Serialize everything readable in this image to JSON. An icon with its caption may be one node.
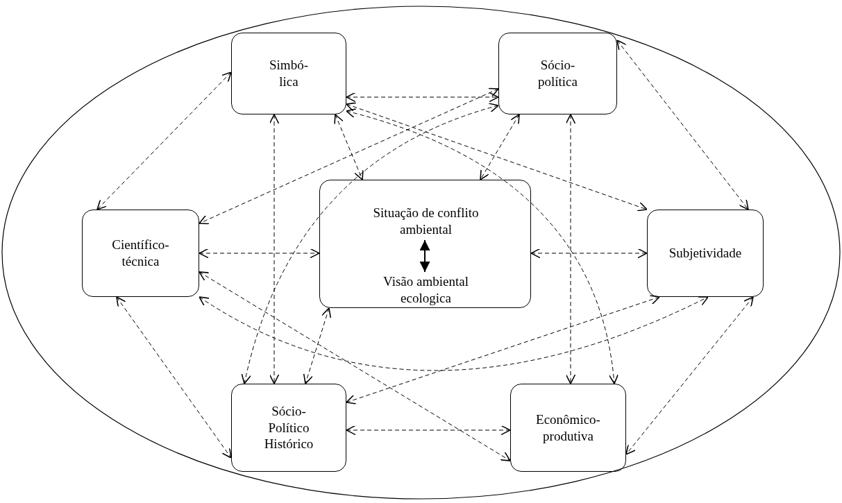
{
  "diagram": {
    "nodes": [
      {
        "text": [],
        "shape": "ellipse"
      },
      {
        "text": [
          "Simbó- lica"
        ],
        "in": 0
      },
      {
        "text": [
          "Sócio- política"
        ],
        "in": 0
      },
      {
        "text": [
          "Científico- técnica"
        ],
        "in": 0
      },
      {
        "text": [],
        "shape": "box",
        "in": 0
      },
      {
        "text": [
          "Situação de conflito ambiental"
        ],
        "in": 4
      },
      {
        "text": [
          "Visão ambiental ecologica"
        ],
        "in": 4
      },
      {
        "text": [
          "Subjetividade"
        ],
        "in": 0
      },
      {
        "text": [
          "Sócio- Político Histórico"
        ],
        "in": 0
      },
      {
        "text": [
          "Econômico- produtiva"
        ],
        "in": 0
      }
    ],
    "edges": [
      {
        "from": 1,
        "to": 2,
        "arrow": "both",
        "style": "dashed"
      },
      {
        "from": 1,
        "to": 3,
        "arrow": "both",
        "style": "dashed"
      },
      {
        "from": 1,
        "to": 4,
        "arrow": "both",
        "style": "dashed"
      },
      {
        "from": 1,
        "to": 8,
        "arrow": "both",
        "style": "dashed"
      },
      {
        "from": 1,
        "to": 7,
        "arrow": "both",
        "style": "dashed"
      },
      {
        "from": 1,
        "to": 9,
        "arrow": "both",
        "style": "dashed"
      },
      {
        "from": 2,
        "to": 3,
        "arrow": "both",
        "style": "dashed"
      },
      {
        "from": 2,
        "to": 4,
        "arrow": "both",
        "style": "dashed"
      },
      {
        "from": 2,
        "to": 7,
        "arrow": "both",
        "style": "dashed"
      },
      {
        "from": 2,
        "to": 9,
        "arrow": "both",
        "style": "dashed"
      },
      {
        "from": 2,
        "to": 8,
        "arrow": "both",
        "style": "dashed"
      },
      {
        "from": 3,
        "to": 4,
        "arrow": "both",
        "style": "dashed"
      },
      {
        "from": 3,
        "to": 8,
        "arrow": "both",
        "style": "dashed"
      },
      {
        "from": 3,
        "to": 9,
        "arrow": "both",
        "style": "dashed"
      },
      {
        "from": 3,
        "to": 7,
        "arrow": "both",
        "style": "dashed"
      },
      {
        "from": 4,
        "to": 7,
        "arrow": "both",
        "style": "dashed"
      },
      {
        "from": 4,
        "to": 8,
        "arrow": "both",
        "style": "dashed"
      },
      {
        "from": 7,
        "to": 8,
        "arrow": "both",
        "style": "dashed"
      },
      {
        "from": 7,
        "to": 9,
        "arrow": "both",
        "style": "dashed"
      },
      {
        "from": 8,
        "to": 9,
        "arrow": "both",
        "style": "dashed"
      },
      {
        "from": 5,
        "to": 6,
        "arrow": "both"
      }
    ]
  }
}
